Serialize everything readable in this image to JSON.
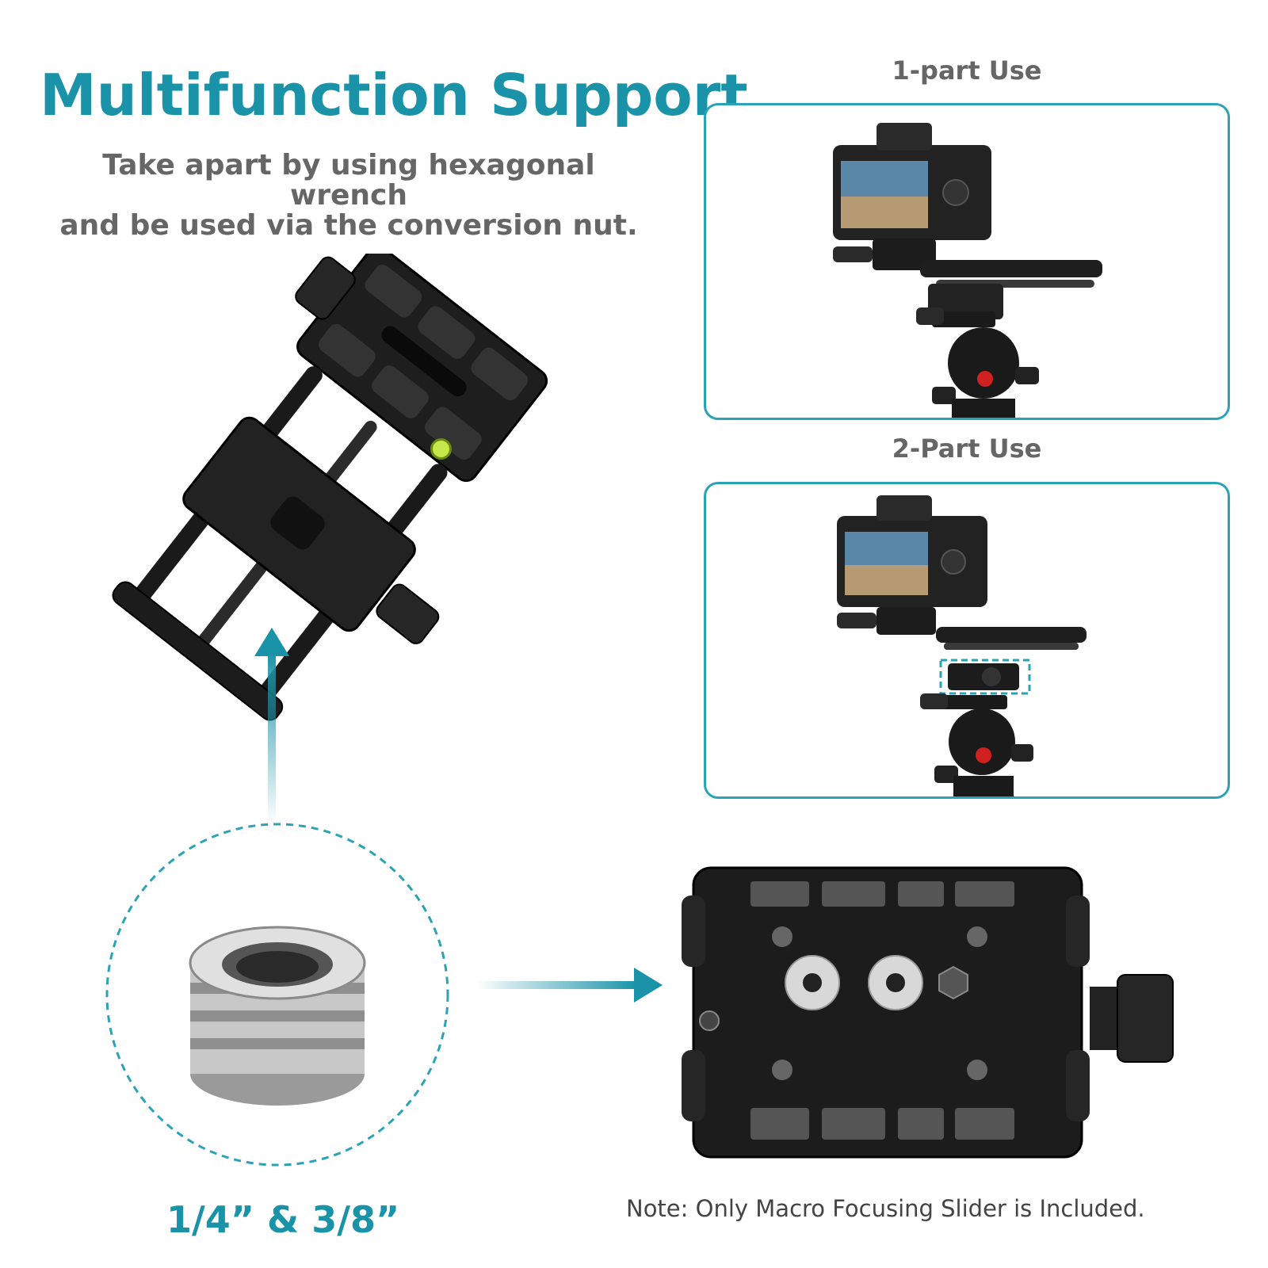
{
  "header": {
    "title": "Multifunction Support",
    "subtitle_line1": "Take apart by using hexagonal wrench",
    "subtitle_line2": "and be used via the conversion nut."
  },
  "panels": [
    {
      "label": "1-part Use"
    },
    {
      "label": "2-Part Use"
    }
  ],
  "adapter": {
    "size_label": "1/4” & 3/8”"
  },
  "footer": {
    "note": "Note: Only Macro Focusing Slider is Included."
  },
  "colors": {
    "accent": "#1a93a8",
    "panel_border": "#2aa3b6",
    "text_gray": "#666666"
  },
  "icons": [
    "arrow-up-icon",
    "arrow-right-icon"
  ]
}
